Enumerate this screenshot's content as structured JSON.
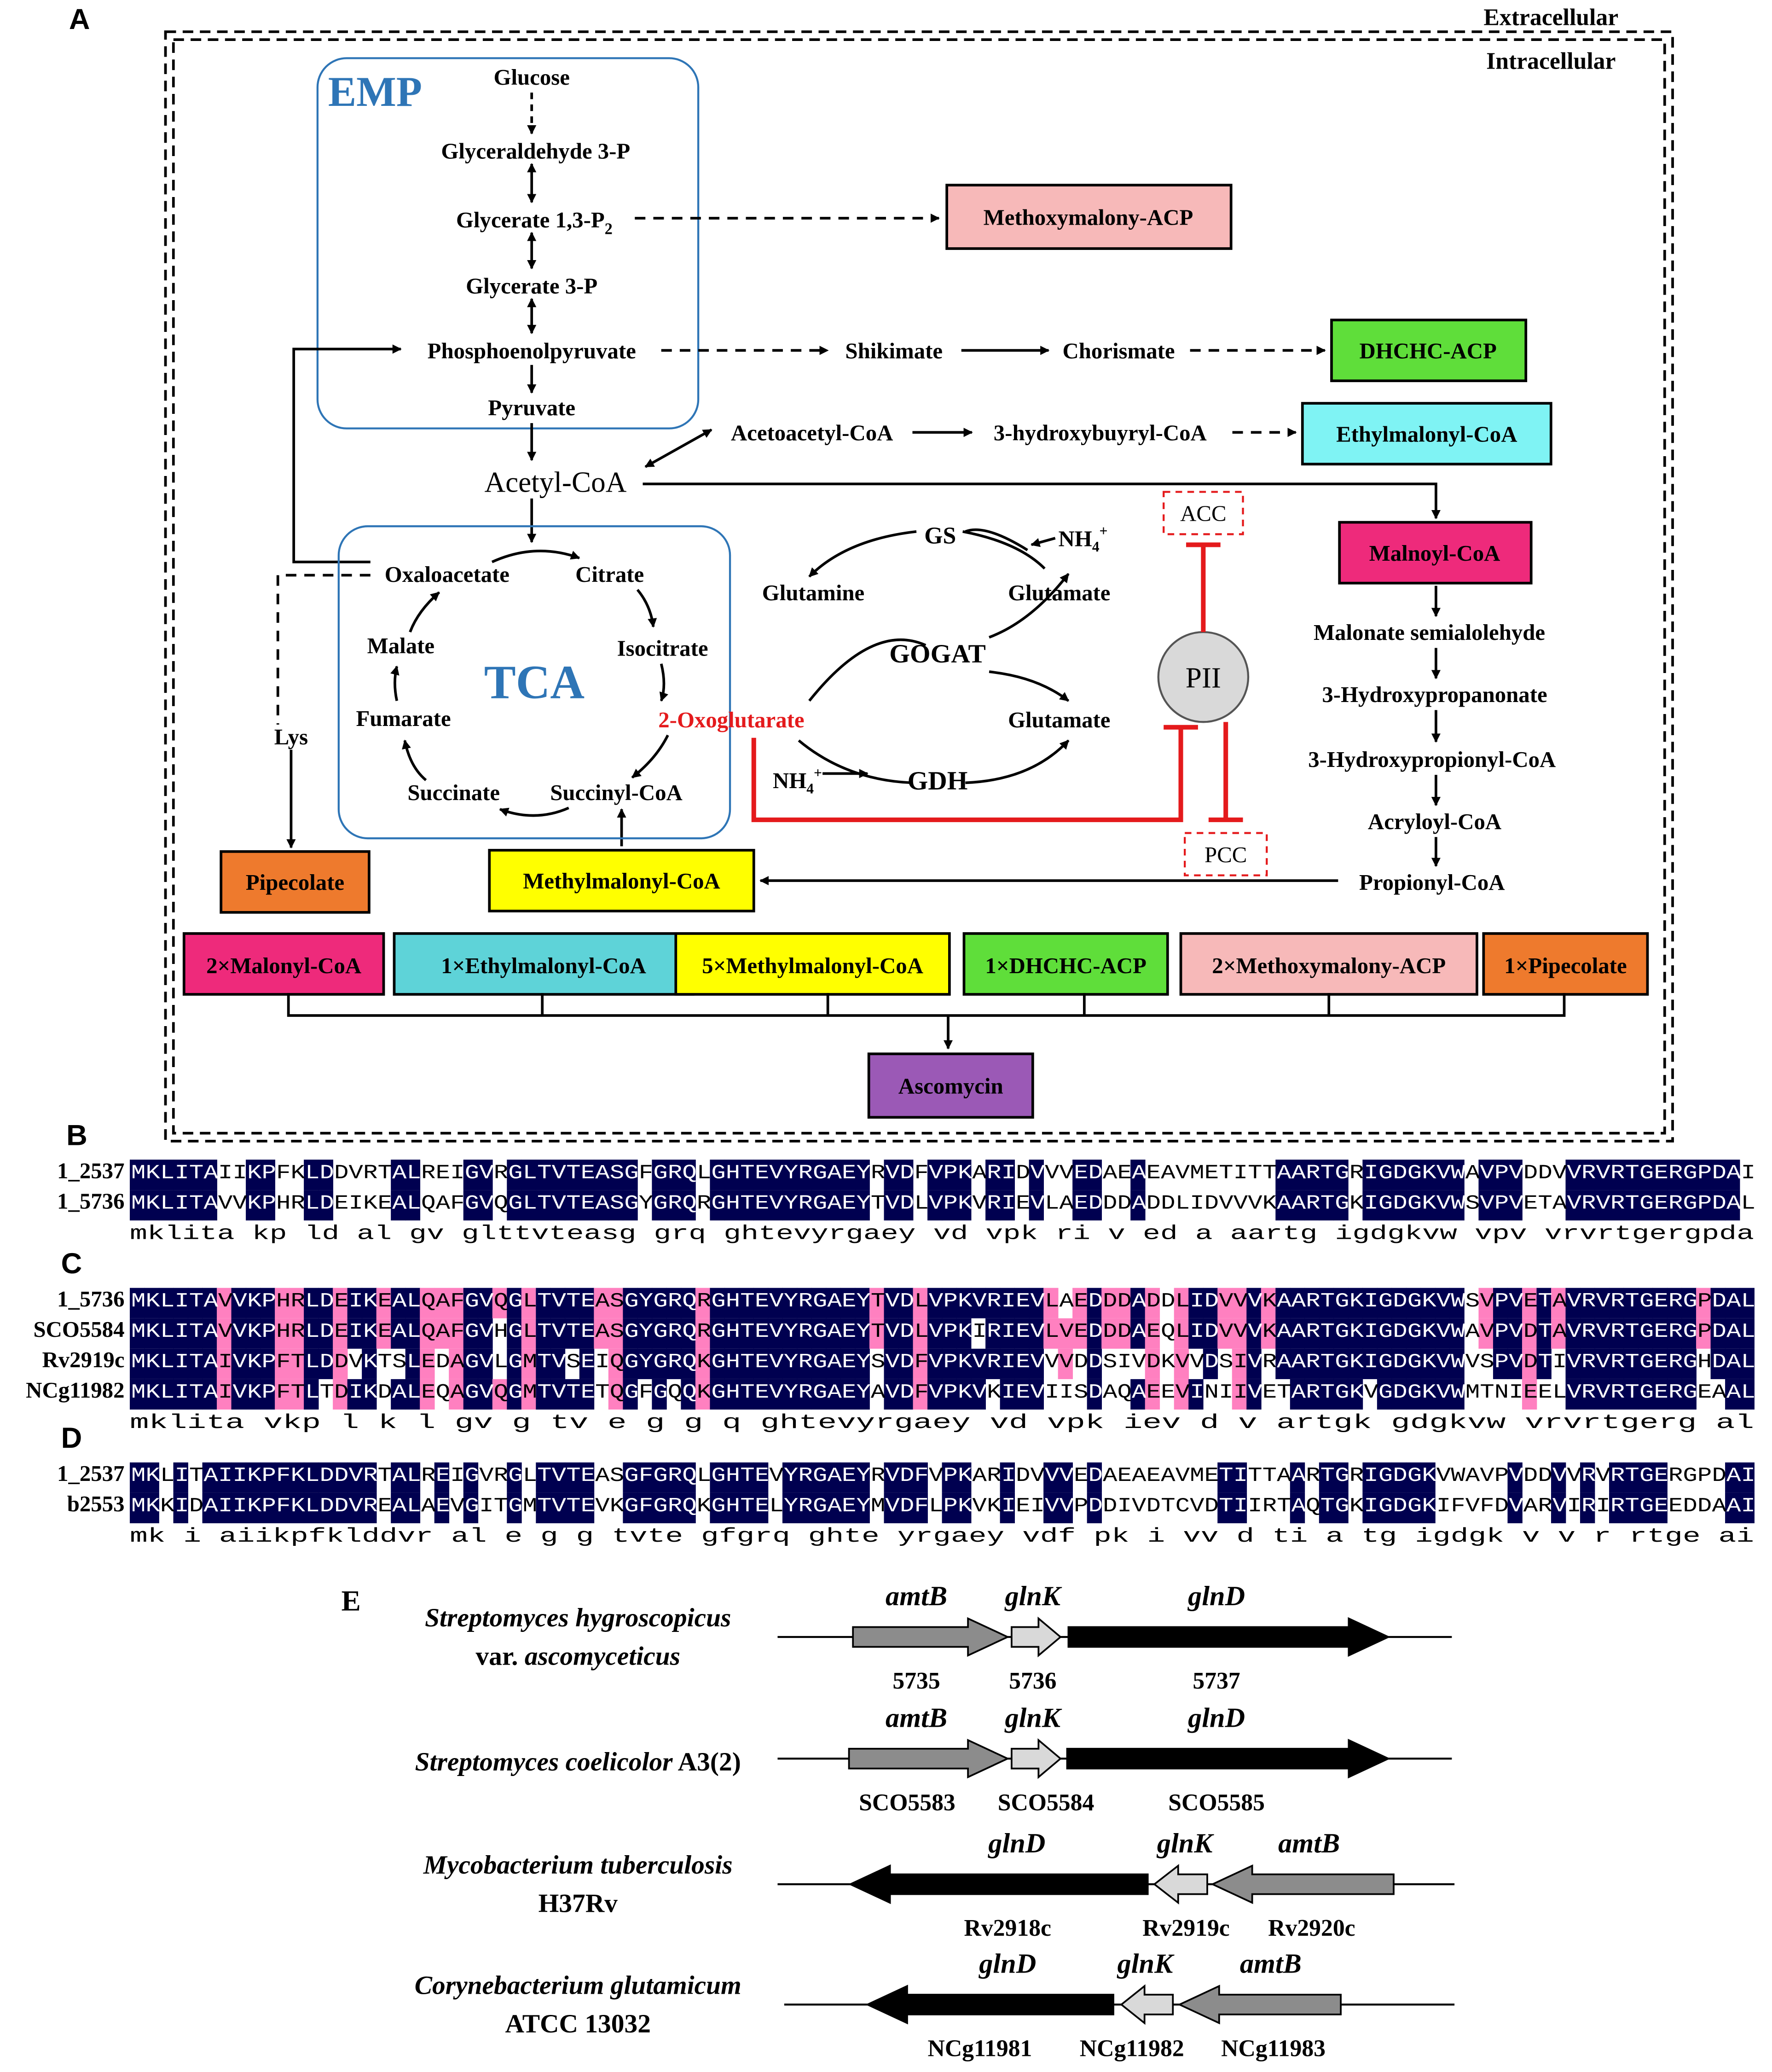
{
  "panel_labels": {
    "a": "A",
    "b": "B",
    "c": "C",
    "d": "D",
    "e": "E"
  },
  "panel_a": {
    "compartments": {
      "extracellular": "Extracellular",
      "intracellular": "Intracellular"
    },
    "emp": {
      "label": "EMP",
      "glucose": "Glucose",
      "g3p": "Glyceraldehyde 3-P",
      "bpg": "Glycerate 1,3-P",
      "bpg_sub": "2",
      "pg3": "Glycerate 3-P",
      "pep": "Phosphoenolpyruvate",
      "pyruvate": "Pyruvate"
    },
    "acetyl_coa": "Acetyl-CoA",
    "shikimate": "Shikimate",
    "chorismate": "Chorismate",
    "acetoacetyl": "Acetoacetyl-CoA",
    "hydroxybutyryl": "3-hydroxybuyryl-CoA",
    "tca": {
      "label": "TCA",
      "oxaloacetate": "Oxaloacetate",
      "citrate": "Citrate",
      "isocitrate": "Isocitrate",
      "oxoglutarate": "2-Oxoglutarate",
      "succinyl": "Succinyl-CoA",
      "succinate": "Succinate",
      "fumarate": "Fumarate",
      "malate": "Malate"
    },
    "lys": "Lys",
    "nitrogen": {
      "gs": "GS",
      "gogat": "GOGAT",
      "gdh": "GDH",
      "glutamine": "Glutamine",
      "glutamate_top": "Glutamate",
      "glutamate_bottom": "Glutamate",
      "nh4": "NH",
      "nh4_sub": "4",
      "nh4_sup": "+"
    },
    "regulation": {
      "pii": "PII",
      "acc": "ACC",
      "pcc": "PCC"
    },
    "propionate_path": {
      "malonate_semi": "Malonate semialolehyde",
      "hydroxypropanonate": "3-Hydroxypropanonate",
      "hydroxypropionyl": "3-Hydroxypropionyl-CoA",
      "acryloyl": "Acryloyl-CoA",
      "propionyl": "Propionyl-CoA"
    },
    "boxes": {
      "methoxymalony": "Methoxymalony-ACP",
      "dhchc": "DHCHC-ACP",
      "ethylmalonyl": "Ethylmalonyl-CoA",
      "malonyl": "Malnoyl-CoA",
      "pipecolate": "Pipecolate",
      "methylmalonyl": "Methylmalonyl-CoA",
      "ascomycin": "Ascomycin"
    },
    "precursors": [
      {
        "label": "2×Malonyl-CoA",
        "color": "#ee2a7b"
      },
      {
        "label": "1×Ethylmalonyl-CoA",
        "color": "#5ed3d8"
      },
      {
        "label": "5×Methylmalonyl-CoA",
        "color": "#ffff00"
      },
      {
        "label": "1×DHCHC-ACP",
        "color": "#5fde3a"
      },
      {
        "label": "2×Methoxymalony-ACP",
        "color": "#f7b9b9"
      },
      {
        "label": "1×Pipecolate",
        "color": "#ee7a2d"
      }
    ],
    "colors": {
      "methoxymalony": "#f7b9b9",
      "dhchc": "#5fde3a",
      "ethylmalonyl": "#7ff3f4",
      "malonyl": "#ee2a7b",
      "pipecolate": "#ee7a2d",
      "methylmalonyl": "#ffff00",
      "ascomycin": "#9b59b6",
      "pathway_box": "#2e75b6",
      "inhibition": "#e41a1c"
    }
  },
  "alignments": {
    "b": {
      "names": [
        "1_2537",
        "1_5736"
      ],
      "seqs": [
        "MKLITAIIKPFKLDDVRTALREIGVRGLTVTEASGFGRQLGHTEVYRGAEYRVDFVPKARIDVVVEDAEAEAVMETITTAARTGRIGDGKVWAVPVDDVVRVRTGERGPDAI",
        "MKLITAVVKPHRLDEIKEALQAFGVQGLTVTEASGYGRQRGHTEVYRGAEYTVDLVPKVRIEVLAEDDDADDLIDVVVKAARTGKIGDGKVWSVPVETAVRVRTGERGPDAL"
      ],
      "consensus": "mklita  kp  ld    al   gv glttvteasg grq ghtevyrgaey vd vpk ri v   ed   a              aartg igdgkvw vpv    vrvrtgergpda "
    },
    "c": {
      "names": [
        "1_5736",
        "SCO5584",
        "Rv2919c",
        "NCg11982"
      ],
      "seqs": [
        "MKLITAVVKPHRLDEIKEALQAFGVQGLTVTEASGYGRQRGHTEVYRGAEYTVDLVPKVRIEVLAEDDDADDLIDVVVKAARTGKIGDGKVWSVPVETAVRVRTGERGPDAL",
        "MKLITAVVKPHRLDEIKEALQAFGVHGLTVTEASGYGRQRGHTEVYRGAEYTVDLVPKIRIEVLVEDDDAEQLIDVVVKAARTGKIGDGKVWAVPVDTAVRVRTGERGPDAL",
        "MKLITAIVKPFTLDDVKTSLEDAGVLGMTVSEIQGYGRQKGHTEVYRGAEYSVDFVPKVRIEVVVDDSIVDKVVDSIVRAARTGKIGDGKVWVSPVDTIVRVRTGERGHDAL",
        "MKLITAIVKPFTLTDIKDALEQAGVQGMTVTETQGFGQQKGHTEVYRGAEYAVDFVPKVKIEVIISDAQAEEVINIIVETARTGKVGDGKVWMTNIEELVRVRTGERGEAAL"
      ],
      "consensus": "mklita vkp  l   k  l    gv g tv e  g g q ghtevyrgaey vd vpk  iev      d              v  artgk gdgkvw        vrvrtgerg   al"
    },
    "d": {
      "names": [
        "1_2537",
        "b2553"
      ],
      "seqs": [
        "MKLITAIIKPFKLDDVRTALREIGVRGLTVTEASGFGRQLGHTEVYRGAEYRVDFVPKARIDVVVEDAEAEAVMETITTAARTGRIGDGKVWAVPVDDVVRVRTGERGPDAI",
        "MKKIDAIIKPFKLDDVREALAEVGITGMTVTEVKGFGRQKGHTELYRGAEYMVDFLPKVKIEIVVPDDIVDTCVDTIIRTAQTGKIGDGKIFVFDVARVIRIRTGEEDDAAI"
      ],
      "consensus": "mk i aiikpfklddvr al e g  g tvte  gfgrq ghte yrgaey vdf pk  i  vv d               ti   a tg igdgk     v  v r rtge    ai"
    },
    "colors": {
      "identical": "#000050",
      "similar": "#ff80c0"
    }
  },
  "panel_e": {
    "organisms": [
      {
        "name": "Streptomyces hygroscopicus",
        "name2_plain": "var. ",
        "name2_italic": "ascomyceticus",
        "genes": [
          {
            "gene": "amtB",
            "id": "5735"
          },
          {
            "gene": "glnK",
            "id": "5736"
          },
          {
            "gene": "glnD",
            "id": "5737"
          }
        ]
      },
      {
        "name": "Streptomyces coelicolor",
        "name_suffix": " A3(2)",
        "genes": [
          {
            "gene": "amtB",
            "id": "SCO5583"
          },
          {
            "gene": "glnK",
            "id": "SCO5584"
          },
          {
            "gene": "glnD",
            "id": "SCO5585"
          }
        ]
      },
      {
        "name": "Mycobacterium tuberculosis",
        "name2_plain": "H37Rv",
        "genes": [
          {
            "gene": "glnD",
            "id": "Rv2918c"
          },
          {
            "gene": "glnK",
            "id": "Rv2919c"
          },
          {
            "gene": "amtB",
            "id": "Rv2920c"
          }
        ]
      },
      {
        "name": "Corynebacterium glutamicum",
        "name2_plain": "ATCC 13032",
        "genes": [
          {
            "gene": "glnD",
            "id": "NCg11981"
          },
          {
            "gene": "glnK",
            "id": "NCg11982"
          },
          {
            "gene": "amtB",
            "id": "NCg11983"
          }
        ]
      }
    ],
    "colors": {
      "glnD": "#000000",
      "amtB": "#8c8c8c",
      "glnK": "#d9d9d9"
    }
  }
}
